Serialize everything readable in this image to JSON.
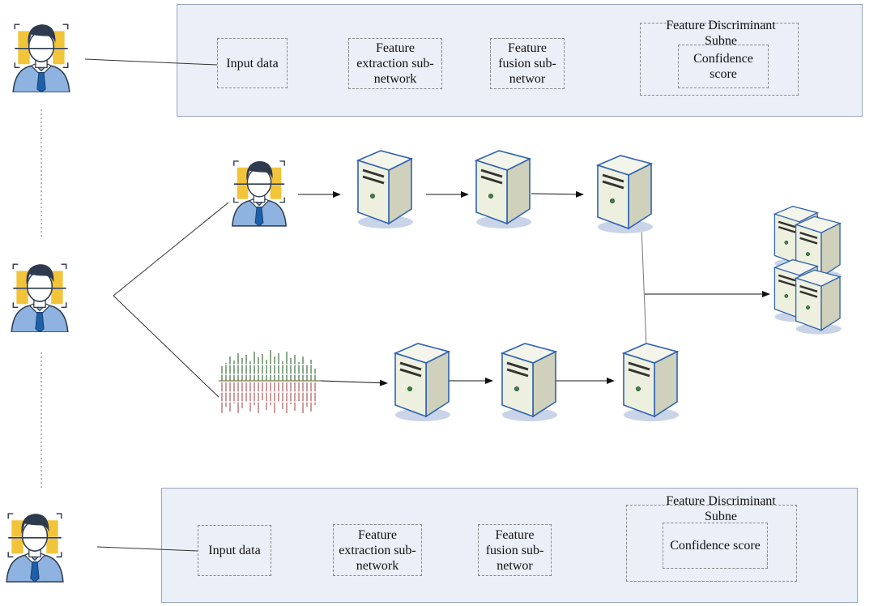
{
  "top_panel": {
    "input_label": "Input data",
    "extraction_label": "Feature extraction sub-network",
    "fusion_label": "Feature fusion sub-networ",
    "discriminant_title": "Feature Discriminant Subne",
    "confidence_label": "Confidence score"
  },
  "bottom_panel": {
    "input_label": "Input data",
    "extraction_label": "Feature extraction sub-network",
    "fusion_label": "Feature fusion sub-networ",
    "discriminant_title": "Feature Discriminant Subne",
    "confidence_label": "Confidence score"
  },
  "colors": {
    "panel_fill": "#eaeff8",
    "face_frame": "#f2c43a",
    "hair": "#2e3a4e",
    "shirt": "#8fb3e0",
    "tie": "#1f5fa8",
    "server_body": "#eef0df",
    "server_edge": "#2f62b0"
  },
  "icons": [
    "person-face-icon",
    "server-icon",
    "server-cluster-icon",
    "spectrogram-icon"
  ]
}
